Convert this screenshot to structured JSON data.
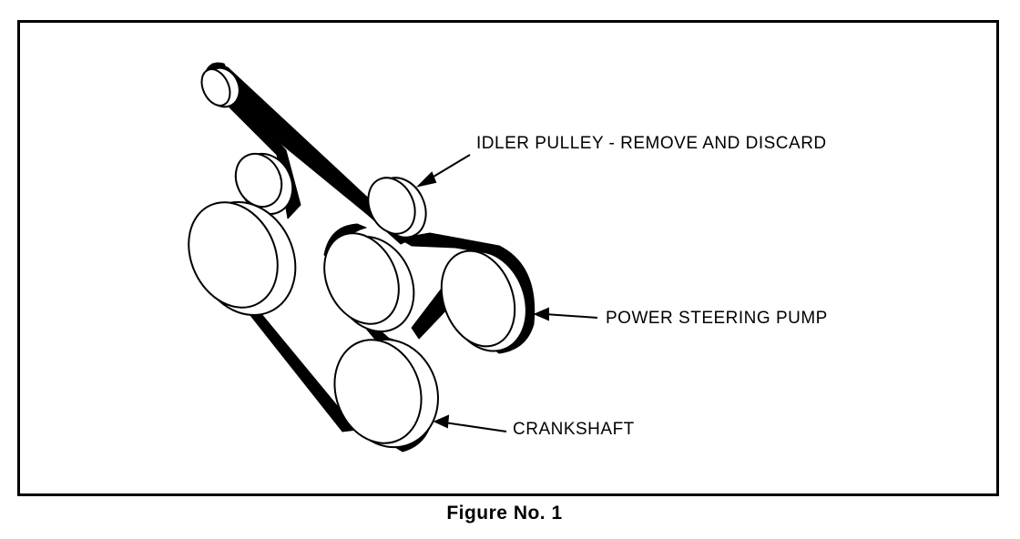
{
  "labels": {
    "idler": "IDLER PULLEY - REMOVE AND DISCARD",
    "power_steering": "POWER STEERING PUMP",
    "crankshaft": "CRANKSHAFT"
  },
  "caption": "Figure No. 1",
  "colors": {
    "ink": "#000000",
    "paper": "#ffffff"
  }
}
